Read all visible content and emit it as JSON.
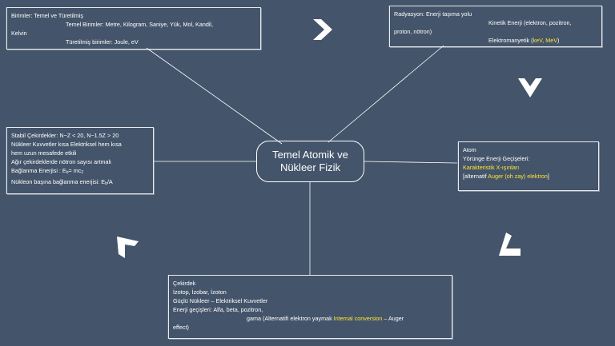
{
  "center": {
    "line1": "Temel Atomik ve",
    "line2": "Nükleer Fizik"
  },
  "units_box": {
    "title": "Birimler: Temel ve Türetilmiş",
    "base_units_line": "Temel Birimler: Metre, Kilogram, Saniye, Yük, Mol, Kandil,",
    "base_units_cont": "Kelvin",
    "derived_units": "Türetilmiş birimler: Joule, eV"
  },
  "radiation_box": {
    "title": "Radyasyon: Enerji taşıma yolu",
    "kinetic_line": "Kinetik Enerji (elektron, pozitron,",
    "kinetic_cont": "proton, nötron)",
    "em_text": "Elektromanyetik",
    "em_paren_open": "(",
    "em_units": "keV, MeV",
    "em_paren_close": ")"
  },
  "stable_box": {
    "line1": "Stabil Çekirdekler: N~Z < 20,  N~1.5Z > 20",
    "line2": "Nükleer Kuvvetler kısa Elektriksel hem kısa",
    "line3": "hem uzun mesafede etkili",
    "line4": "Ağır çekirdeklerde nötron sayısı artmalı",
    "binding_prefix": "Bağlanma Enerjisi : E",
    "binding_sub": "b",
    "binding_mid": "= mc",
    "binding_sub2": "2",
    "per_nucleon_prefix": "Nükleon başına bağlanma enerjisi: E",
    "per_nucleon_sub": "b",
    "per_nucleon_suffix": "/A"
  },
  "atom_box": {
    "title": "Atom",
    "orbit": "Yörünge Enerji Geçişeleri:",
    "xray": "Karakteristik X-ışınları",
    "alt_open": "[alternatif ",
    "auger": "Auger (oh zay) elektron",
    "alt_close": "]"
  },
  "nucleus_box": {
    "title": "Çekirdek",
    "isotopes": "İzotop, İzobar, İzoton",
    "forces": "Güçlü Nükleer – Elektriksel Kuvvetler",
    "transitions": "Enerji geçişleri: Alfa, beta, pozitron,",
    "gamma_prefix": "gama (Alternatifi elektron yaymak ",
    "internal_conversion": "Internal conversion",
    "gamma_suffix": " – Auger",
    "effect": "effect)"
  },
  "colors": {
    "background": "#44546a",
    "text": "#ffffff",
    "highlight": "#ffe633"
  },
  "icons": [
    "chevron-right-icon",
    "chevron-down-icon",
    "chevron-down-left-icon",
    "chevron-up-left-icon"
  ]
}
